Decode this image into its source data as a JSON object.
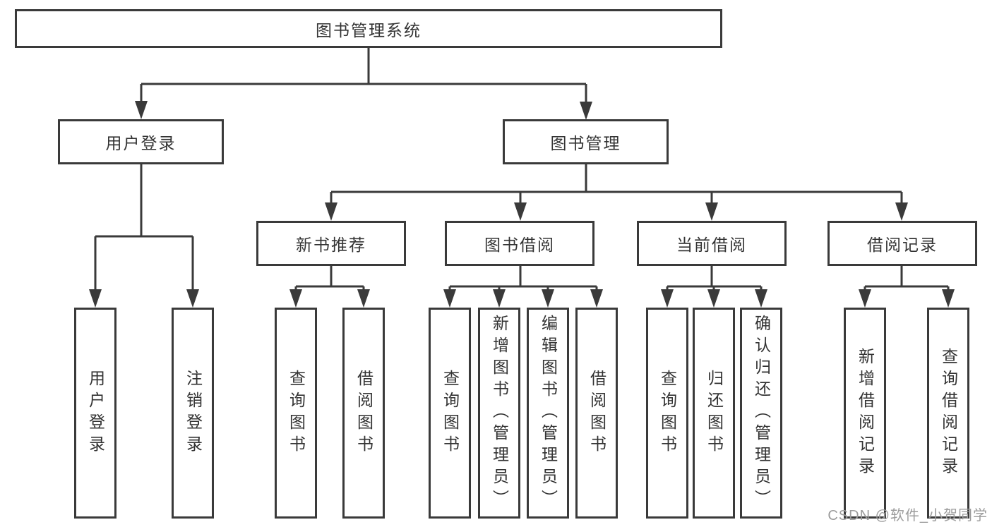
{
  "tree": {
    "root": {
      "label": "图书管理系统"
    },
    "level2": [
      {
        "label": "用户登录",
        "children": [
          {
            "label": "用户登录"
          },
          {
            "label": "注销登录"
          }
        ]
      },
      {
        "label": "图书管理"
      }
    ],
    "level3": [
      {
        "label": "新书推荐",
        "children": [
          {
            "label": "查询图书"
          },
          {
            "label": "借阅图书"
          }
        ]
      },
      {
        "label": "图书借阅",
        "children": [
          {
            "label": "查询图书"
          },
          {
            "label": "新增图书（管理员）"
          },
          {
            "label": "编辑图书（管理员）"
          },
          {
            "label": "借阅图书"
          }
        ]
      },
      {
        "label": "当前借阅",
        "children": [
          {
            "label": "查询图书"
          },
          {
            "label": "归还图书"
          },
          {
            "label": "确认归还（管理员）"
          }
        ]
      },
      {
        "label": "借阅记录",
        "children": [
          {
            "label": "新增借阅记录"
          },
          {
            "label": "查询借阅记录"
          }
        ]
      }
    ]
  },
  "watermark": "CSDN @软件_小贺同学",
  "colors": {
    "line": "#3a3a3a",
    "text": "#333333",
    "watermark": "#9c9c9c",
    "background": "#ffffff"
  }
}
